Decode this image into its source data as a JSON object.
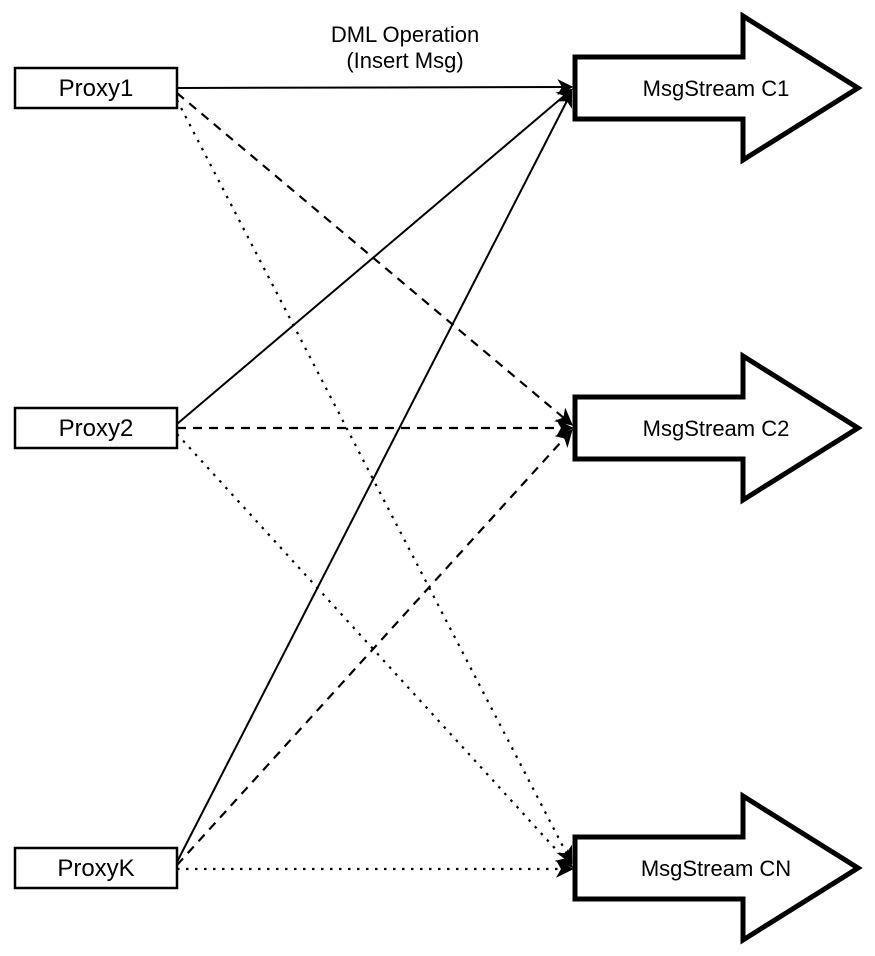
{
  "diagram": {
    "annotation": {
      "line1": "DML Operation",
      "line2": "(Insert Msg)"
    },
    "proxies": [
      {
        "id": "proxy1",
        "label": "Proxy1"
      },
      {
        "id": "proxy2",
        "label": "Proxy2"
      },
      {
        "id": "proxyk",
        "label": "ProxyK"
      }
    ],
    "streams": [
      {
        "id": "c1",
        "label": "MsgStream C1"
      },
      {
        "id": "c2",
        "label": "MsgStream C2"
      },
      {
        "id": "cn",
        "label": "MsgStream CN"
      }
    ],
    "edges": [
      {
        "from": "Proxy1",
        "to": "MsgStream C1",
        "style": "solid"
      },
      {
        "from": "Proxy1",
        "to": "MsgStream C2",
        "style": "dashed"
      },
      {
        "from": "Proxy1",
        "to": "MsgStream CN",
        "style": "dotted"
      },
      {
        "from": "Proxy2",
        "to": "MsgStream C1",
        "style": "solid"
      },
      {
        "from": "Proxy2",
        "to": "MsgStream C2",
        "style": "dashed"
      },
      {
        "from": "Proxy2",
        "to": "MsgStream CN",
        "style": "dotted"
      },
      {
        "from": "ProxyK",
        "to": "MsgStream C1",
        "style": "solid"
      },
      {
        "from": "ProxyK",
        "to": "MsgStream C2",
        "style": "dashed"
      },
      {
        "from": "ProxyK",
        "to": "MsgStream CN",
        "style": "dotted"
      }
    ],
    "colors": {
      "stroke": "#000000",
      "fill": "#ffffff",
      "background": "#ffffff",
      "text": "#000000"
    }
  }
}
